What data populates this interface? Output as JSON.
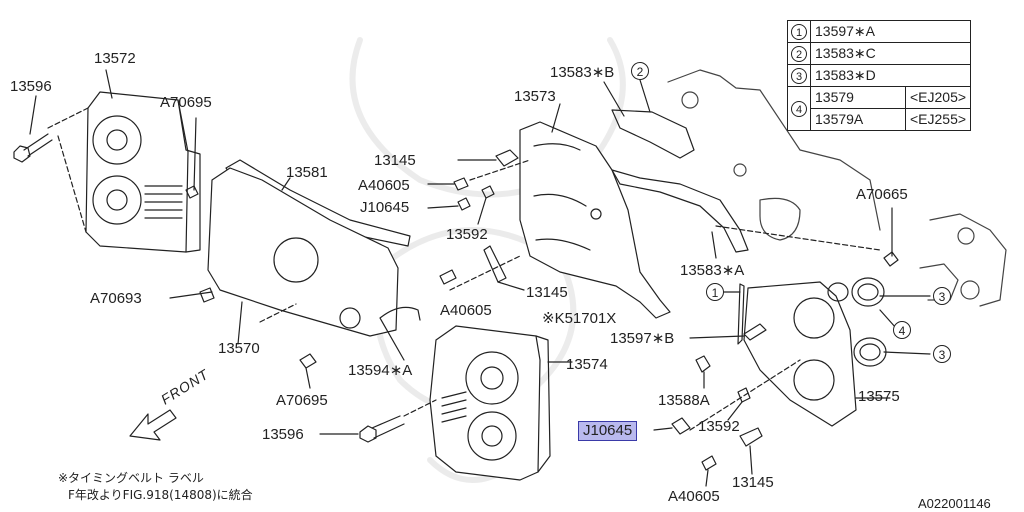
{
  "diagram": {
    "callouts": {
      "c1": "13596",
      "c2": "13572",
      "c3": "A70695",
      "c4": "13581",
      "c5": "13145",
      "c6": "A40605",
      "c7": "J10645",
      "c8": "13592",
      "c9": "A70693",
      "c10": "13570",
      "c11": "13594∗A",
      "c12": "A70695",
      "c13": "13596",
      "c14": "13583∗B",
      "c15": "13573",
      "c16": "13583∗A",
      "c17": "13145",
      "c18": "A40605",
      "c19": "※K51701X",
      "c20": "13597∗B",
      "c21": "13574",
      "c22": "13588A",
      "c23": "13592",
      "c24": "J10645",
      "c25": "13145",
      "c26": "A40605",
      "c27": "13575",
      "c28": "A70665",
      "c29": "A022001146"
    },
    "circled": {
      "n1": "1",
      "n2": "2",
      "n3a": "3",
      "n3b": "3",
      "n4": "4"
    },
    "front_label": "FRONT",
    "note_line1": "※タイミングベルト ラベル",
    "note_line2": "F年改よりFIG.918(14808)に統合"
  },
  "legend": [
    {
      "num": "1",
      "part": "13597∗A",
      "note": ""
    },
    {
      "num": "2",
      "part": "13583∗C",
      "note": ""
    },
    {
      "num": "3",
      "part": "13583∗D",
      "note": ""
    },
    {
      "num": "4",
      "part": "13579",
      "note": "<EJ205>"
    },
    {
      "num": "",
      "part": "13579A",
      "note": "<EJ255>"
    }
  ],
  "colors": {
    "line": "#222222",
    "highlight_fill": "#b9b9ee",
    "highlight_border": "#3a3aa8"
  }
}
